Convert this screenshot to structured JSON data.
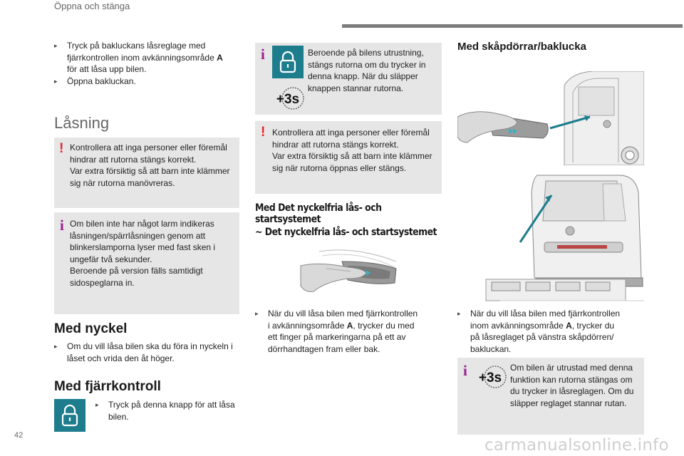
{
  "header": {
    "section_title": "Öppna och stänga"
  },
  "footer": {
    "page_number": "42",
    "watermark": "carmanualsonline.info"
  },
  "col1": {
    "bullets_intro": [
      "Tryck på bakluckans låsreglage med",
      "fjärrkontrollen inom avkänningsområde ",
      "A",
      "för att låsa upp bilen.",
      "Öppna bakluckan."
    ],
    "locking_title": "Låsning",
    "warning": [
      "Kontrollera att inga personer eller föremål",
      "hindrar att rutorna stängs korrekt.",
      "Var extra försiktig så att barn inte klämmer",
      "sig när rutorna manövreras."
    ],
    "info": [
      "Om bilen inte har något larm indikeras",
      "låsningen/spärrlåsningen genom att",
      "blinkerslamporna lyser med fast sken i",
      "ungefär två sekunder.",
      "Beroende på version fälls samtidigt",
      "sidospeglarna in."
    ],
    "key_title": "Med nyckel",
    "key_bullet": [
      "Om du vill låsa bilen ska du föra in nyckeln i",
      "låset och vrida den åt höger."
    ],
    "remote_title": "Med fjärrkontroll",
    "remote_bullet": [
      "Tryck på denna knapp för att låsa",
      "bilen."
    ]
  },
  "col2": {
    "info_top": [
      "Beroende på bilens utrustning,",
      "stängs rutorna om du trycker in",
      "denna knapp. När du släpper",
      "knappen stannar rutorna."
    ],
    "badge_label": "+3s",
    "warning": [
      "Kontrollera att inga personer eller föremål",
      "hindrar att rutorna stängs korrekt.",
      "Var extra försiktig så att barn inte klämmer",
      "sig när rutorna öppnas eller stängs."
    ],
    "keyless_title_1": "Med Det nyckelfria lås- och startsystemet",
    "keyless_title_2": "~ Det nyckelfria lås- och startsystemet",
    "keyless_bullet": [
      "När du vill låsa bilen med fjärrkontrollen",
      "i avkänningsområde ",
      "A",
      ", trycker du med",
      "ett finger på markeringarna på ett av",
      "dörrhandtagen fram eller bak."
    ]
  },
  "col3": {
    "title": "Med skåpdörrar/baklucka",
    "bullet": [
      "När du vill låsa bilen med fjärrkontrollen",
      "inom avkänningsområde ",
      "A",
      ", trycker du",
      "på låsreglaget på vänstra skåpdörren/",
      "bakluckan."
    ],
    "info": [
      "Om bilen är utrustad med denna",
      "funktion kan rutorna stängas om",
      "du trycker in låsreglagen. Om du",
      "släpper reglaget stannar rutan."
    ],
    "badge_label": "+3s"
  },
  "colors": {
    "box_grey": "#e6e6e6",
    "lock_teal": "#1d7d8d",
    "warning_red": "#e3252f",
    "info_purple": "#9b1f8f"
  },
  "icons": {
    "bullet": "arrow-bullet-icon",
    "lock": "padlock-icon",
    "timer": "plus-3s-badge-icon"
  }
}
